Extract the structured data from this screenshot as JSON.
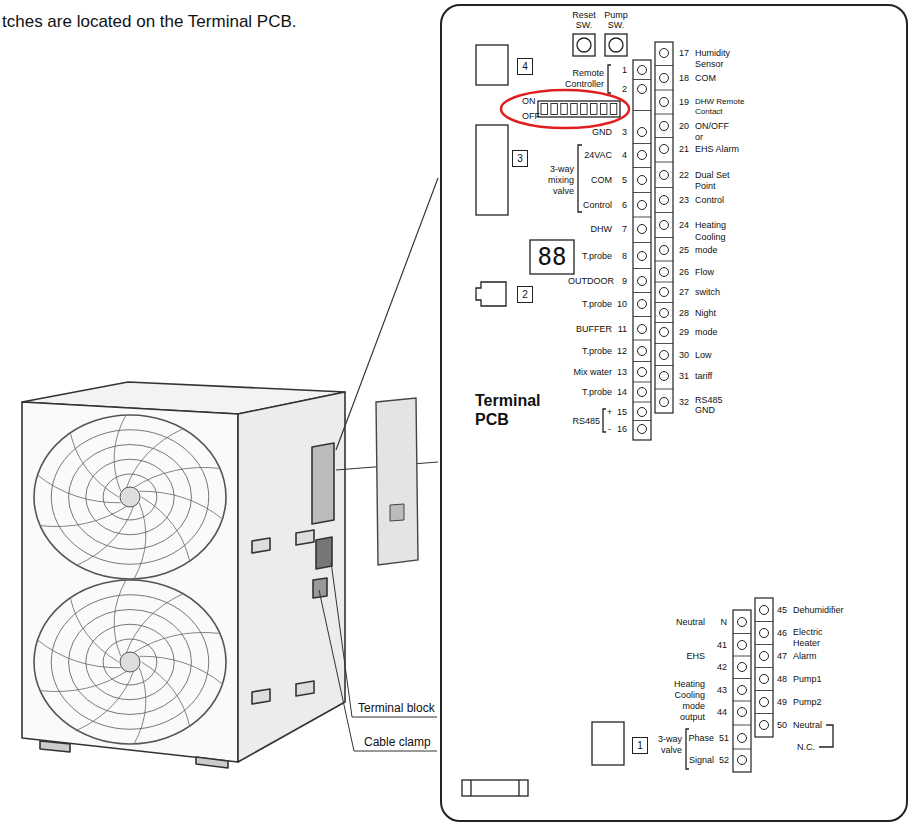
{
  "diagram": {
    "nodes": [
      {
        "text": [
          "Terminal PCB"
        ]
      },
      {
        "text": [
          "4"
        ],
        "in": 0
      },
      {
        "text": [
          "3"
        ],
        "in": 0
      },
      {
        "text": [
          "2"
        ],
        "in": 0
      },
      {
        "text": [
          "1"
        ],
        "in": 0
      }
    ],
    "labels": [
      "tches are located on the Terminal PCB.",
      "Terminal block",
      "Cable clamp",
      "Reset SW.",
      "Pump SW.",
      "ON",
      "OFF",
      "88",
      "Remote Controller",
      "1",
      "2",
      "GND",
      "3",
      "24VAC",
      "4",
      "COM",
      "5",
      "Control",
      "6",
      "3-way mixing valve",
      "DHW T.probe",
      "7",
      "8",
      "OUTDOOR T.probe",
      "9",
      "10",
      "BUFFER T.probe",
      "11",
      "12",
      "Mix water T.probe",
      "13",
      "14",
      "RS485",
      "+",
      "15",
      "-",
      "16",
      "17",
      "Humidity Sensor",
      "18",
      "COM",
      "19",
      "DHW Remote Contact",
      "20",
      "ON/OFF",
      "or",
      "21",
      "EHS Alarm",
      "22",
      "Dual Set Point",
      "23",
      "Control",
      "24",
      "Heating Cooling mode",
      "25",
      "26",
      "Flow switch",
      "27",
      "28",
      "Night mode",
      "29",
      "30",
      "Low tariff",
      "31",
      "32",
      "RS485 GND",
      "Neutral",
      "N",
      "41",
      "EHS",
      "42",
      "Heating Cooling mode output",
      "43",
      "44",
      "3-way valve",
      "Phase",
      "51",
      "Signal",
      "52",
      "45",
      "Dehumidifier",
      "46",
      "Electric Heater",
      "47",
      "Alarm",
      "48",
      "Pump1",
      "49",
      "Pump2",
      "50",
      "Neutral",
      "N.C."
    ]
  }
}
